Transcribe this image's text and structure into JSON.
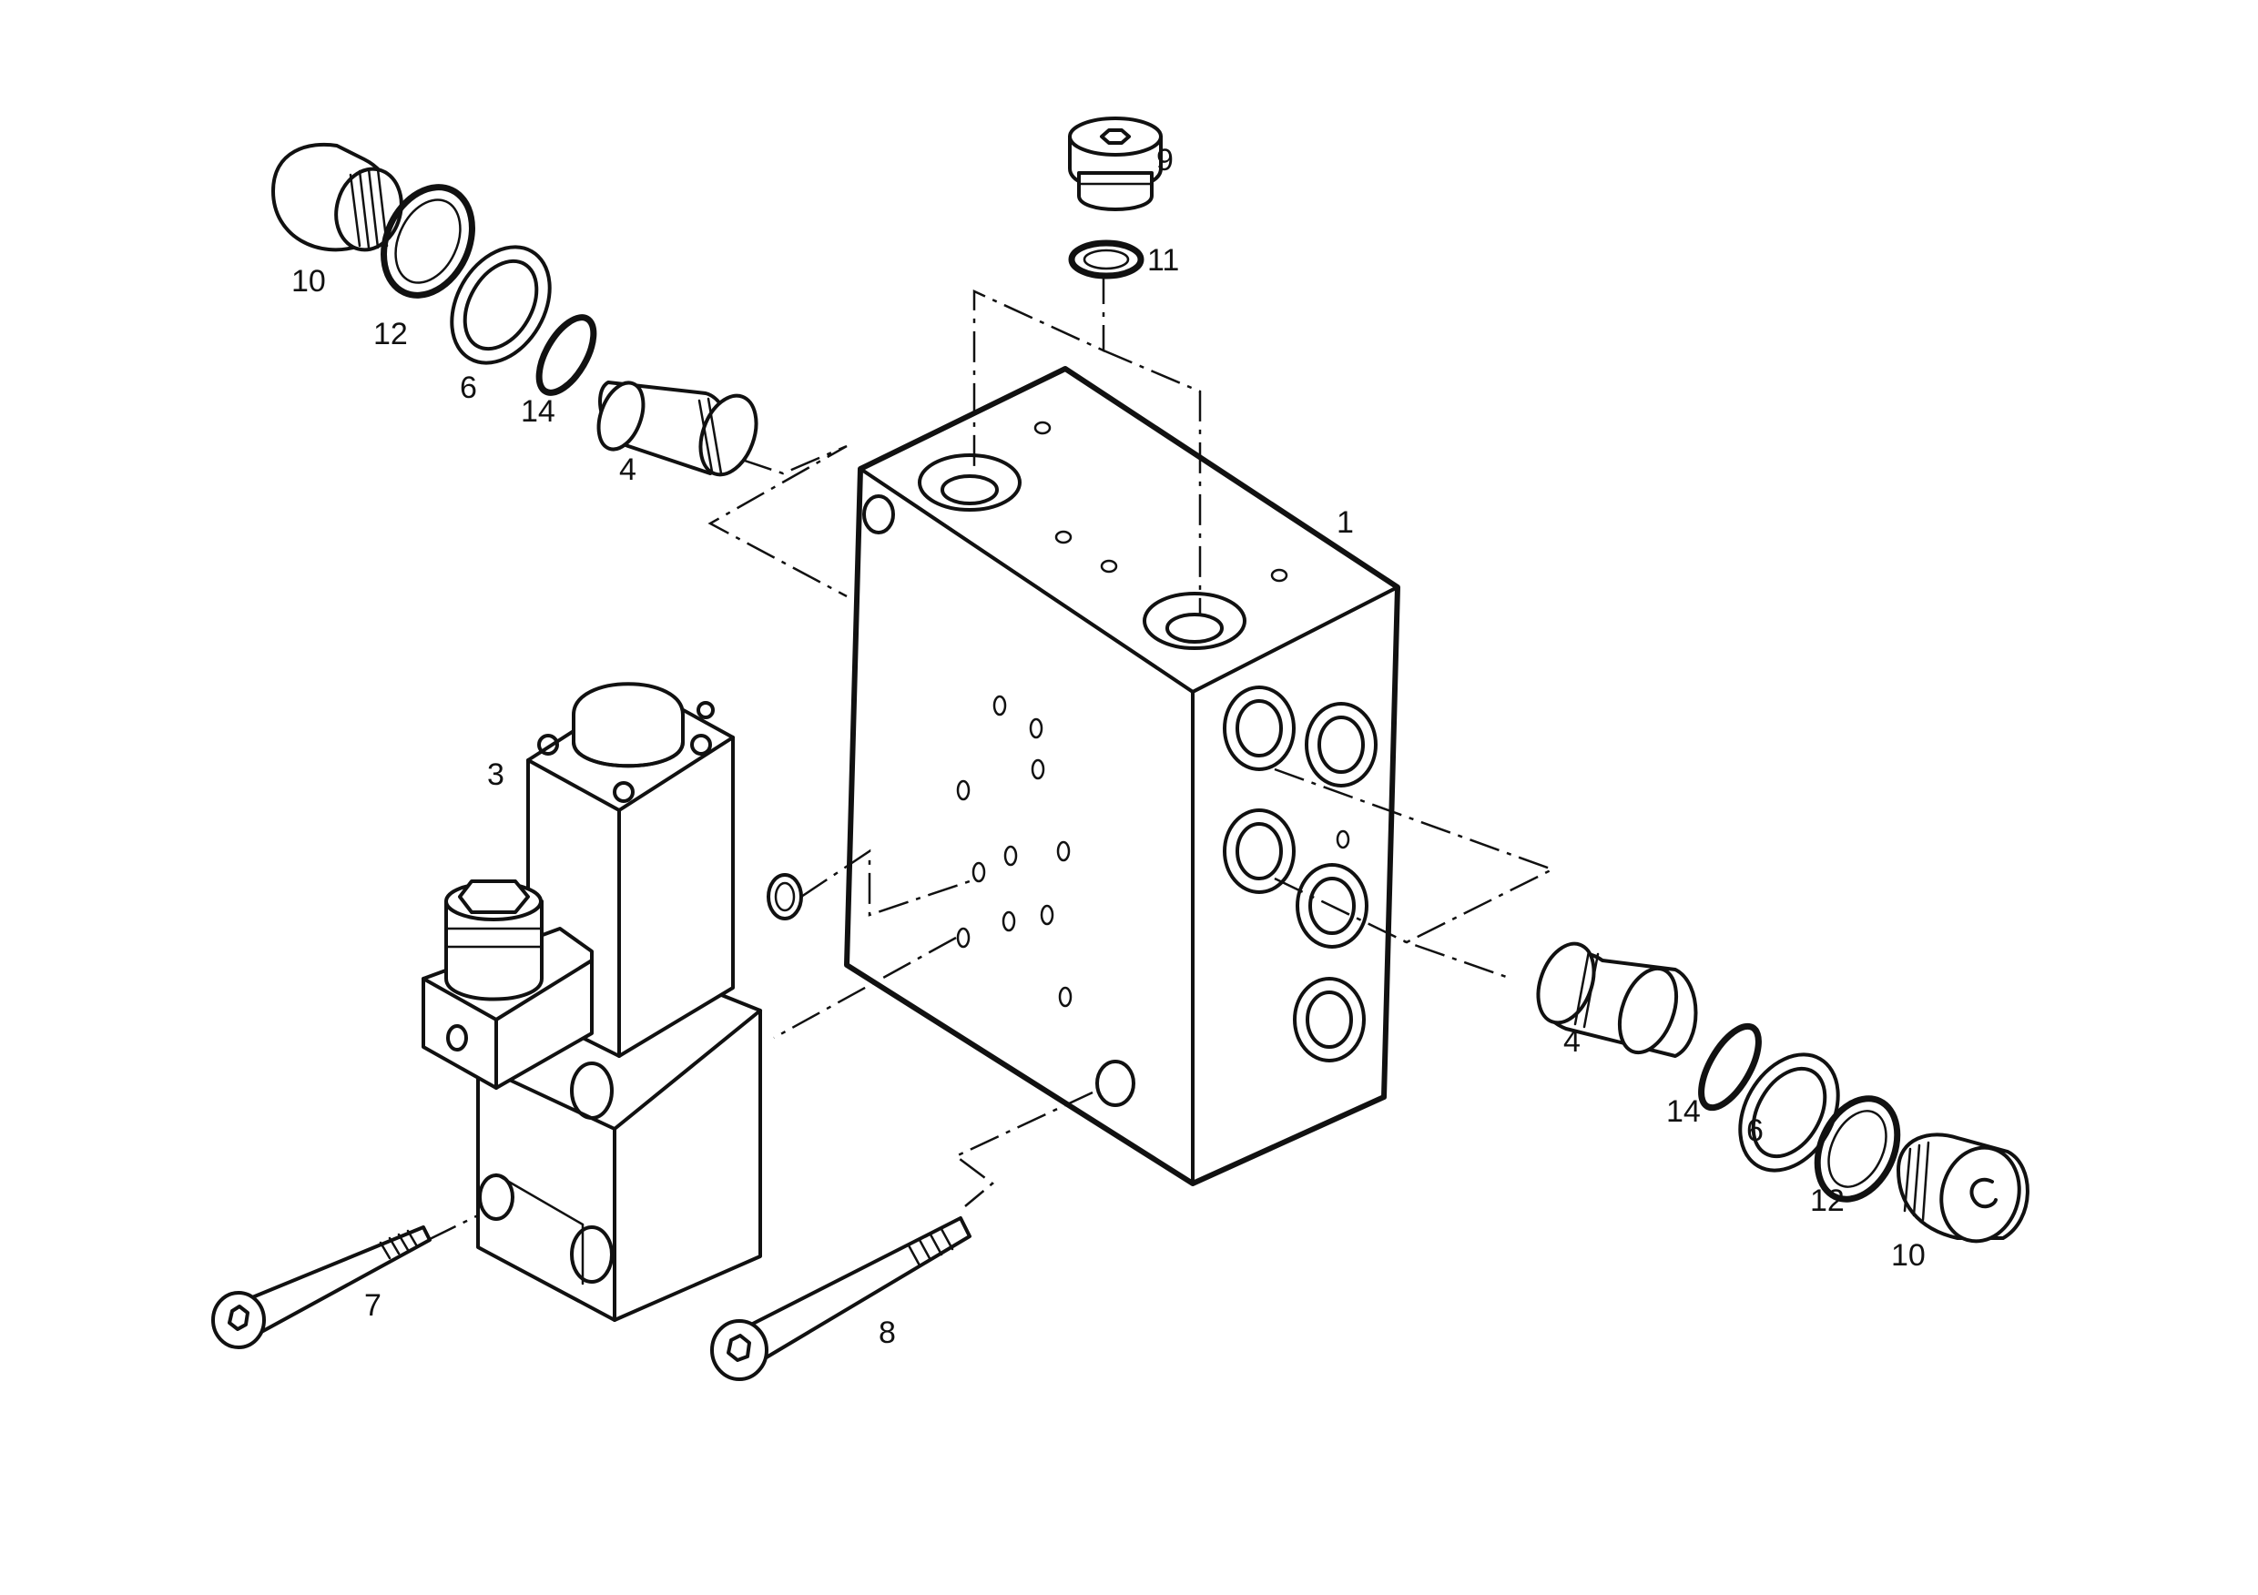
{
  "callouts": {
    "block": "1",
    "solenoid_valve": "3",
    "plug_left": "4",
    "plug_right": "4",
    "ring_6_left": "6",
    "ring_6_right": "6",
    "screw_7": "7",
    "screw_8": "8",
    "plug_top": "9",
    "cap_left": "10",
    "cap_right": "10",
    "seal_11": "11",
    "seal_12_left": "12",
    "seal_12_right": "12",
    "oring_14_left": "14",
    "oring_14_right": "14"
  }
}
